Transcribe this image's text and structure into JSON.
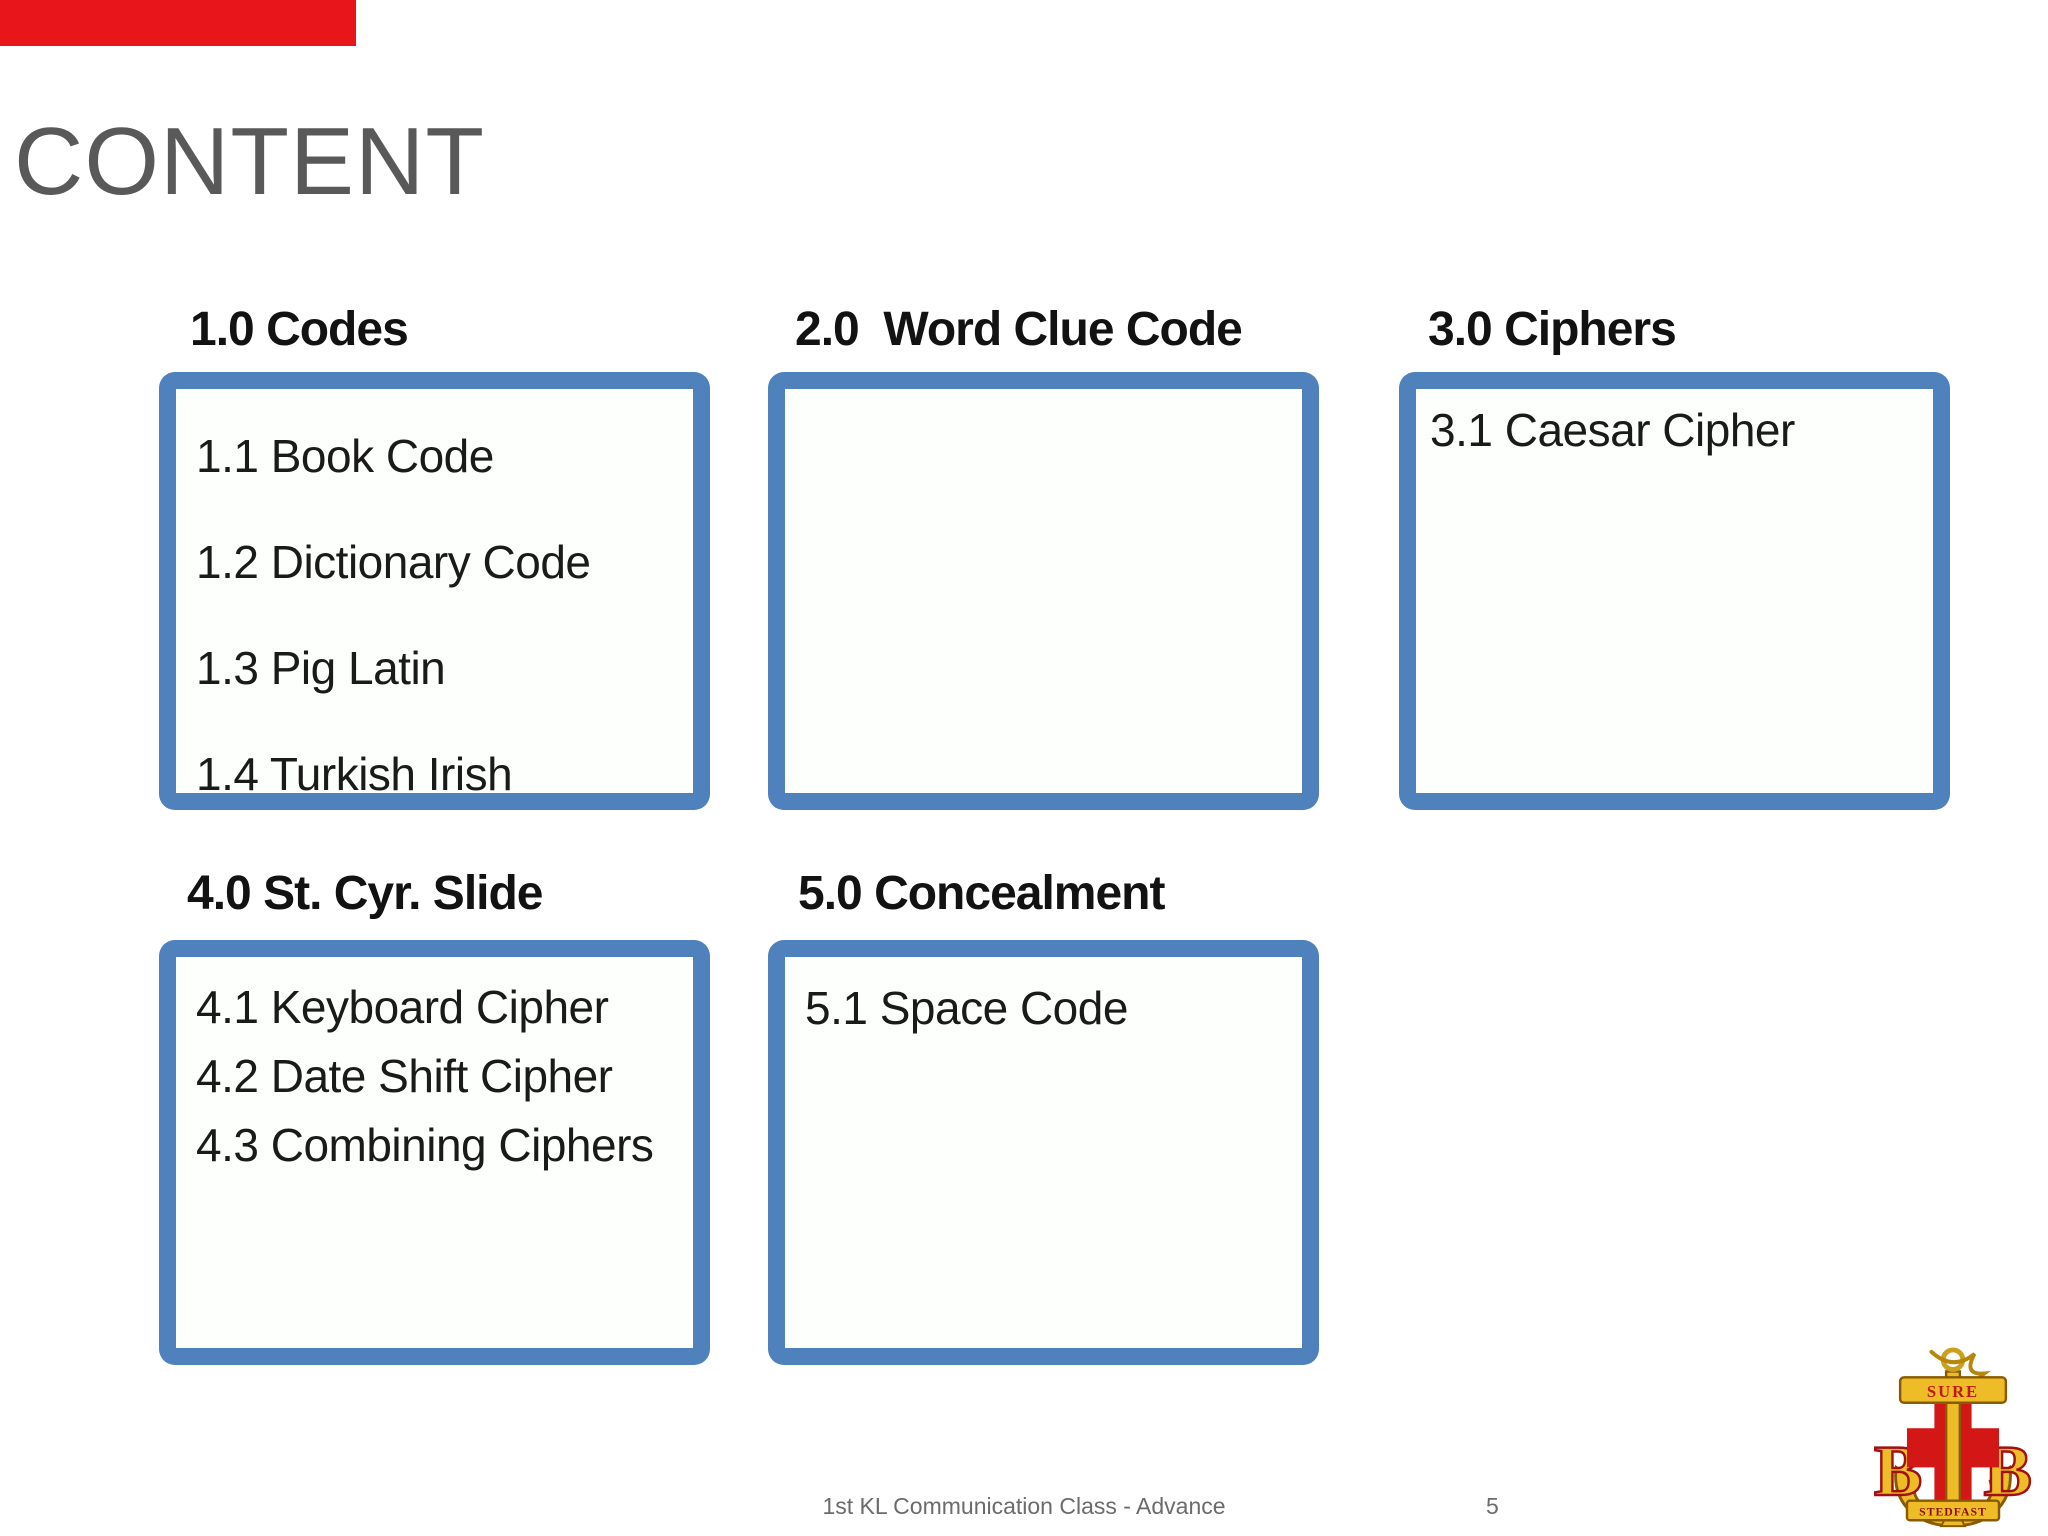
{
  "slide": {
    "title": "CONTENT",
    "footer": "1st KL Communication Class - Advance",
    "page_number": "5"
  },
  "colors": {
    "top_bar_red": "#e8151b",
    "accent_border_blue": "#4f81bd",
    "box_fill": "#fdfffc",
    "title_gray": "#595959",
    "footer_gray": "#6b6b6b",
    "body_text_black": "#1a1a1a",
    "logo_gold": "#eebc27",
    "logo_red": "#d31717"
  },
  "sections": [
    {
      "label": "1.0 Codes",
      "items": [
        "1.1 Book Code",
        "1.2 Dictionary Code",
        "1.3 Pig Latin",
        "1.4 Turkish Irish"
      ]
    },
    {
      "label": "2.0  Word Clue Code",
      "items": []
    },
    {
      "label": "3.0 Ciphers",
      "items": [
        "3.1 Caesar Cipher"
      ]
    },
    {
      "label": "4.0 St. Cyr. Slide",
      "items": [
        "4.1 Keyboard Cipher",
        "4.2 Date Shift Cipher",
        "4.3 Combining Ciphers"
      ]
    },
    {
      "label": "5.0 Concealment",
      "items": [
        "5.1 Space Code"
      ]
    }
  ],
  "logo": {
    "name": "boys-brigade-crest",
    "banner_top": "SURE",
    "banner_bottom": "STEDFAST",
    "letter_left": "B",
    "letter_right": "B"
  }
}
